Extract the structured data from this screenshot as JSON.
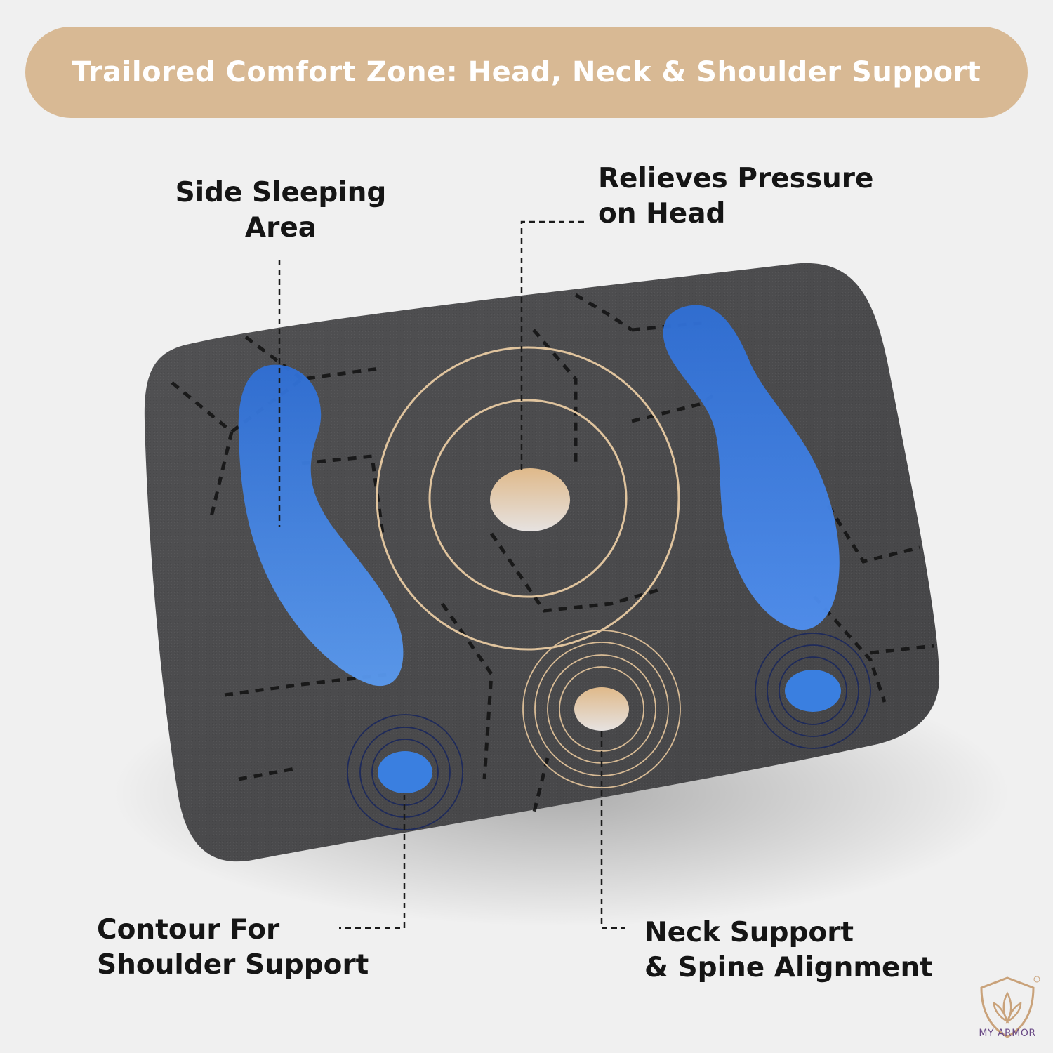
{
  "banner": {
    "title": "Trailored Comfort Zone: Head, Neck & Shoulder Support"
  },
  "callouts": {
    "side_sleeping": {
      "line1": "Side Sleeping",
      "line2": "Area"
    },
    "relieves_pressure": {
      "line1": "Relieves Pressure",
      "line2": "on Head"
    },
    "shoulder_contour": {
      "line1": "Contour For",
      "line2": "Shoulder Support"
    },
    "neck_support": {
      "line1": "Neck Support",
      "line2": "& Spine Alignment"
    }
  },
  "brand": {
    "name": "MY ARMOR"
  },
  "colors": {
    "background": "#f0f0f0",
    "banner": "#d8b994",
    "pillow": "#4a4a4c",
    "side_zone": "#3a7fe0",
    "pressure_ring": "#d9bc98",
    "shoulder_ring": "#1e2a5a"
  }
}
